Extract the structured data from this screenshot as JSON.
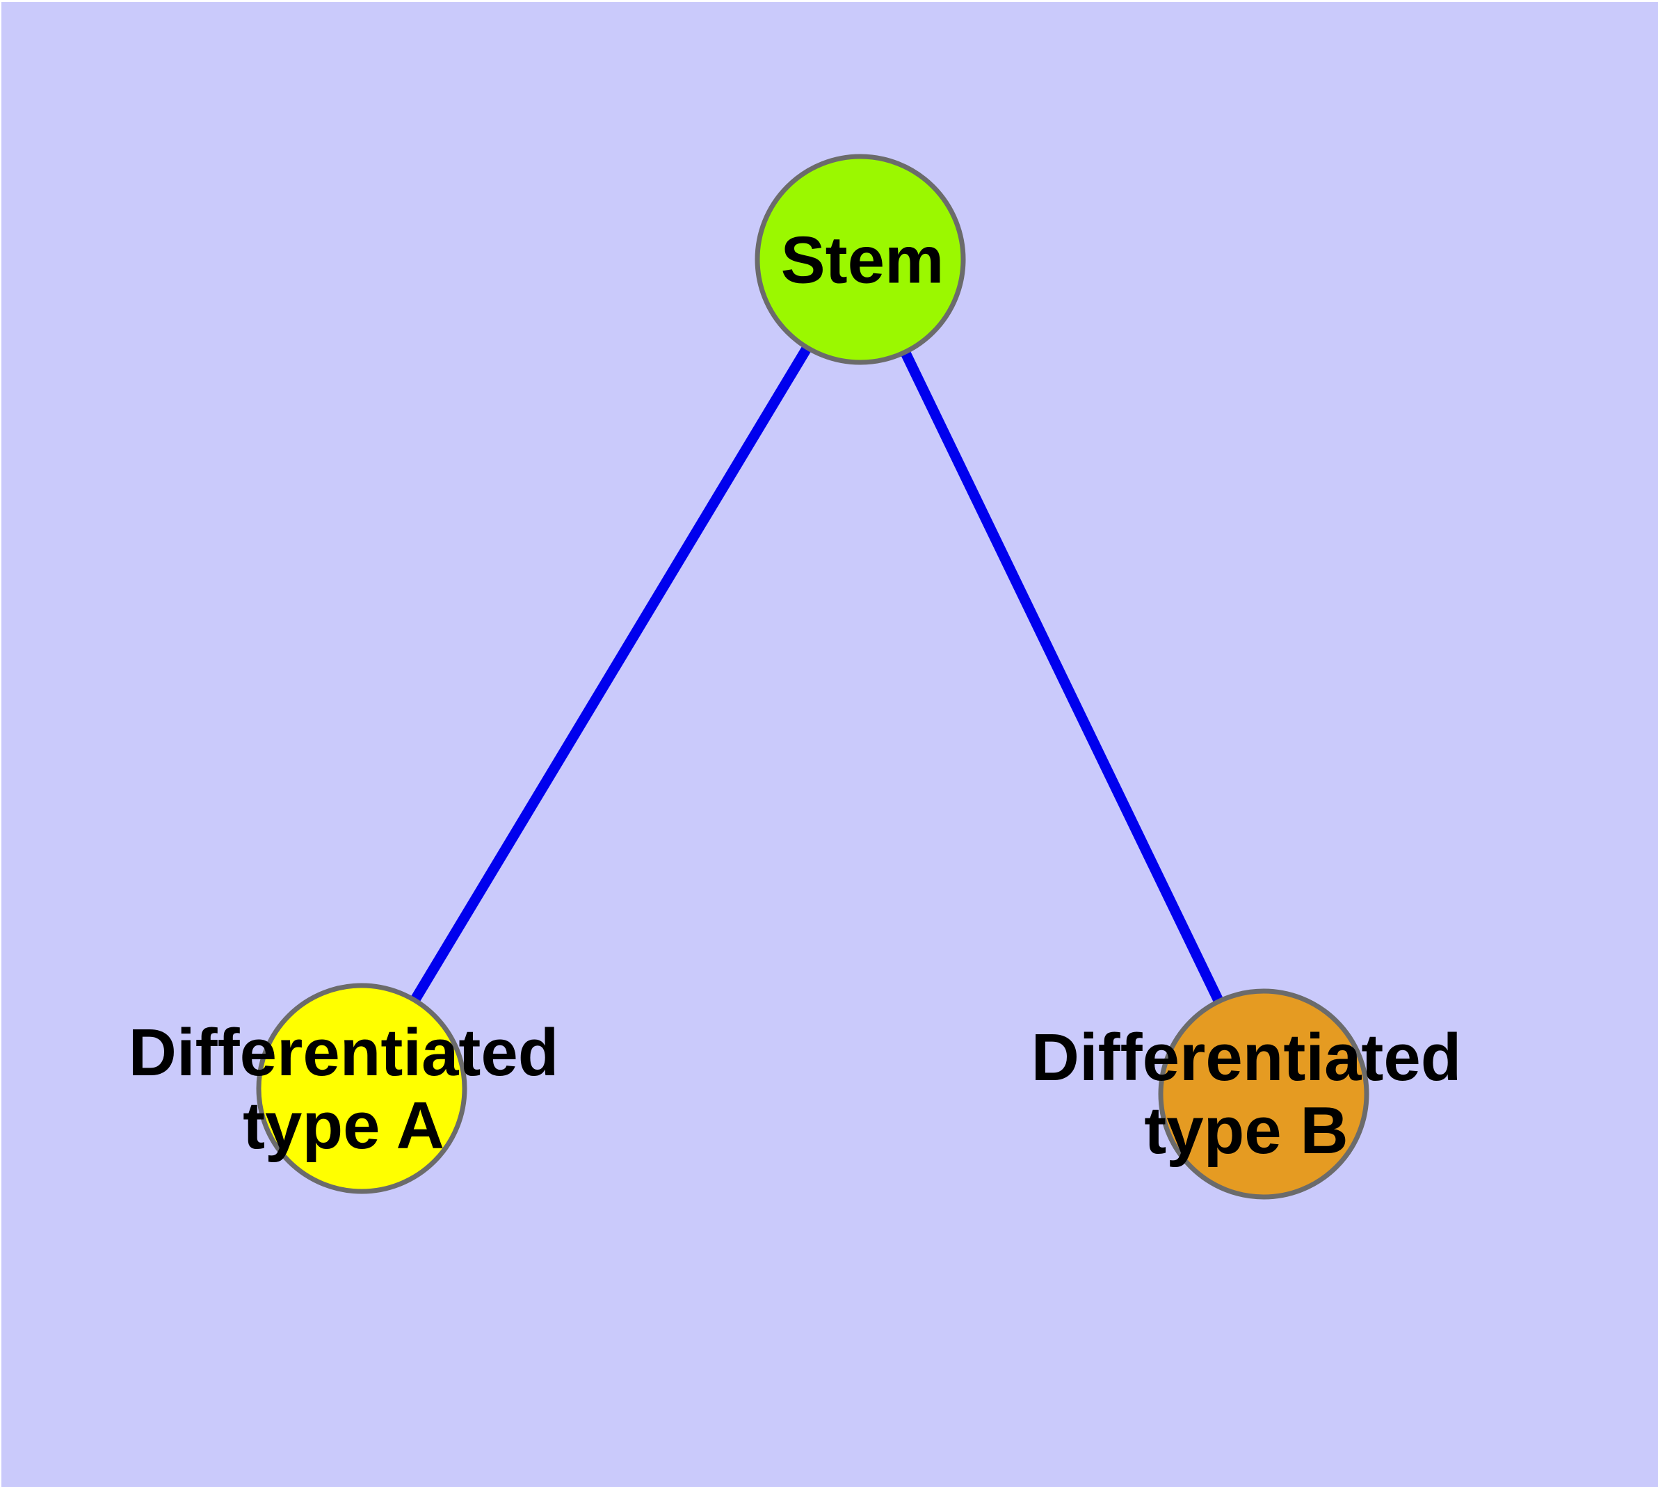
{
  "diagram": {
    "background_color": "#CACAFB",
    "frame_edge_color": "#FFFFFF",
    "edge_color": "#0000EE",
    "node_border_color": "#6B6B6B",
    "label_color": "#000000",
    "nodes": {
      "stem": {
        "label": "Stem",
        "fill": "#9BF800"
      },
      "type_a": {
        "label_line1": "Differentiated",
        "label_line2": "type A",
        "fill": "#FFFF00"
      },
      "type_b": {
        "label_line1": "Differentiated",
        "label_line2": "type B",
        "fill": "#E59B22"
      }
    },
    "edges": [
      {
        "from": "Stem",
        "to": "Differentiated type A"
      },
      {
        "from": "Stem",
        "to": "Differentiated type B"
      }
    ]
  }
}
